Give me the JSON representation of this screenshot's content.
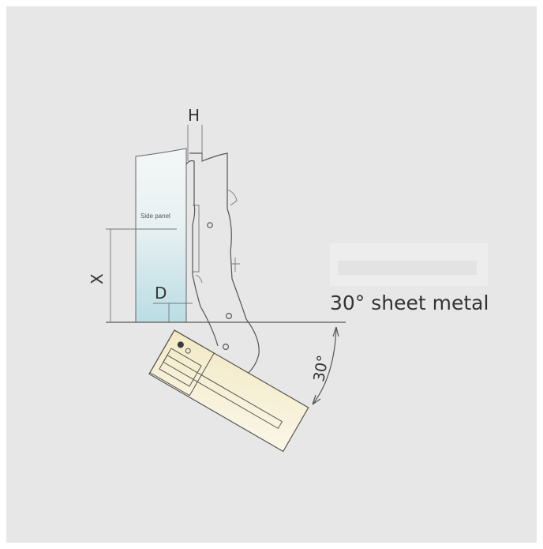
{
  "labels": {
    "h": "H",
    "x": "X",
    "d": "D",
    "side_panel": "Side panel",
    "angle": "30°",
    "caption": "30° sheet metal"
  },
  "colors": {
    "background": "#e7e7e7",
    "panel_top": "#f4f7f7",
    "panel_bottom": "#b9dde4",
    "door": "#f7f1d6",
    "blur_box": "#ededed",
    "line": "#555555"
  }
}
